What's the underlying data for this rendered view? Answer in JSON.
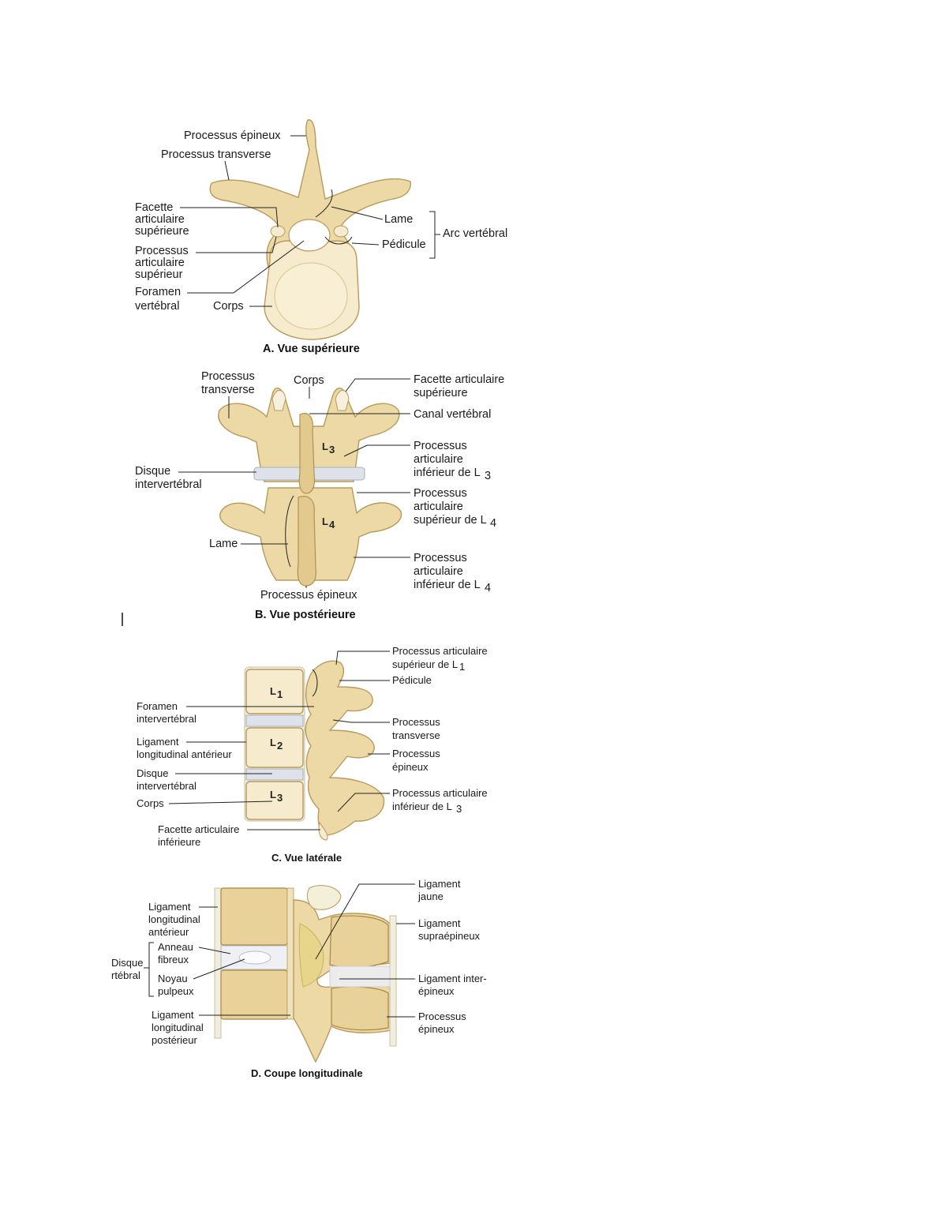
{
  "figure_a": {
    "caption": "A. Vue supérieure",
    "processus_epineux": "Processus épineux",
    "processus_transverse": "Processus transverse",
    "facette_1": "Facette",
    "facette_2": "articulaire",
    "facette_3": "supérieure",
    "proc_art_1": "Processus",
    "proc_art_2": "articulaire",
    "proc_art_3": "supérieur",
    "foramen_1": "Foramen",
    "foramen_2": "vertébral",
    "corps": "Corps",
    "lame": "Lame",
    "pedicule": "Pédicule",
    "arc": "Arc vertébral"
  },
  "figure_b": {
    "caption": "B. Vue postérieure",
    "proc_transverse_1": "Processus",
    "proc_transverse_2": "transverse",
    "corps": "Corps",
    "facette_1": "Facette articulaire",
    "facette_2": "supérieure",
    "canal": "Canal vertébral",
    "pai_l3_1": "Processus",
    "pai_l3_2": "articulaire",
    "pai_l3_3": "inférieur de L",
    "pai_l3_sub": "3",
    "pas_l4_1": "Processus",
    "pas_l4_2": "articulaire",
    "pas_l4_3": "supérieur de L",
    "pas_l4_sub": "4",
    "pai_l4_1": "Processus",
    "pai_l4_2": "articulaire",
    "pai_l4_3": "inférieur de L",
    "pai_l4_sub": "4",
    "disque_1": "Disque",
    "disque_2": "intervertébral",
    "lame": "Lame",
    "proc_epineux": "Processus épineux",
    "v_l3": "L",
    "v_l3_sub": "3",
    "v_l4": "L",
    "v_l4_sub": "4"
  },
  "figure_c": {
    "caption": "C. Vue latérale",
    "pas_l1_1": "Processus articulaire",
    "pas_l1_2": "supérieur de L",
    "pas_l1_sub": "1",
    "pedicule": "Pédicule",
    "foramen_1": "Foramen",
    "foramen_2": "intervertébral",
    "lig_1": "Ligament",
    "lig_2": "longitudinal antérieur",
    "disque_1": "Disque",
    "disque_2": "intervertébral",
    "corps": "Corps",
    "facette_1": "Facette articulaire",
    "facette_2": "inférieure",
    "pt_1": "Processus",
    "pt_2": "transverse",
    "pe_1": "Processus",
    "pe_2": "épineux",
    "pai_l3_1": "Processus articulaire",
    "pai_l3_2": "inférieur de L",
    "pai_l3_sub": "3",
    "v1": "L",
    "v1_sub": "1",
    "v2": "L",
    "v2_sub": "2",
    "v3": "L",
    "v3_sub": "3"
  },
  "figure_d": {
    "caption": "D. Coupe longitudinale",
    "lla_1": "Ligament",
    "lla_2": "longitudinal",
    "lla_3": "antérieur",
    "disque_1": "Disque",
    "disque_2": "rtébral",
    "anneau_1": "Anneau",
    "anneau_2": "fibreux",
    "noyau_1": "Noyau",
    "noyau_2": "pulpeux",
    "llp_1": "Ligament",
    "llp_2": "longitudinal",
    "llp_3": "postérieur",
    "jaune_1": "Ligament",
    "jaune_2": "jaune",
    "supra_1": "Ligament",
    "supra_2": "supraépineux",
    "inter_1": "Ligament inter-",
    "inter_2": "épineux",
    "pe_1": "Processus",
    "pe_2": "épineux"
  }
}
